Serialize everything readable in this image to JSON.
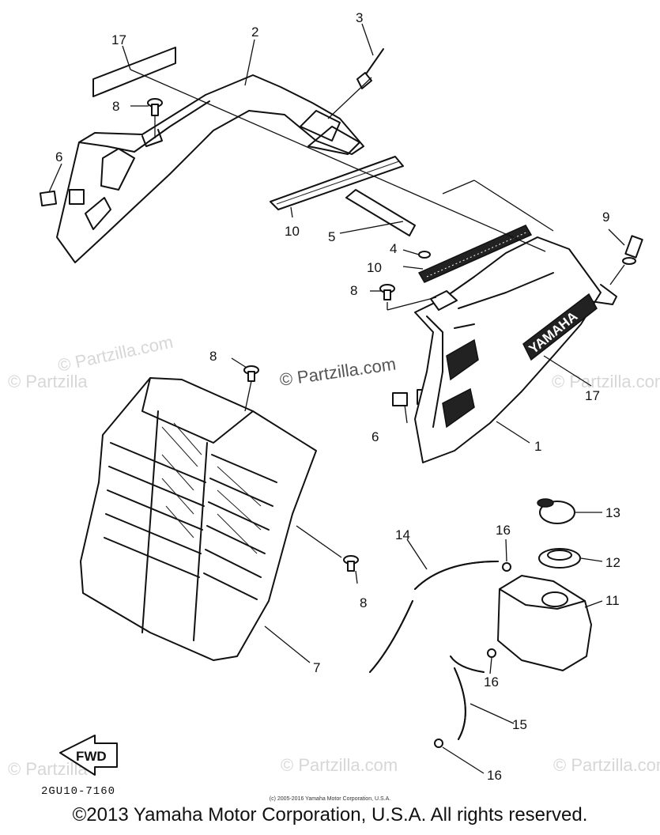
{
  "watermarks": {
    "text": "© Partzilla.com",
    "center_text": "© Partzilla.com",
    "edge_text": "© Partzilla"
  },
  "callouts": {
    "c1": "1",
    "c2": "2",
    "c3": "3",
    "c4": "4",
    "c5": "5",
    "c6a": "6",
    "c6b": "6",
    "c7": "7",
    "c8a": "8",
    "c8b": "8",
    "c8c": "8",
    "c8d": "8",
    "c9": "9",
    "c10a": "10",
    "c10b": "10",
    "c11": "11",
    "c12": "12",
    "c13": "13",
    "c14": "14",
    "c15": "15",
    "c16a": "16",
    "c16b": "16",
    "c16c": "16",
    "c17a": "17",
    "c17b": "17"
  },
  "shroud_brand_text": "YAMAHA",
  "fwd_label": "FWD",
  "diagram_code": "2GU10-7160",
  "small_copyright": "(c) 2005-2016 Yamaha Motor Corporation, U.S.A.",
  "main_copyright": "©2013 Yamaha Motor Corporation, U.S.A. All rights reserved."
}
